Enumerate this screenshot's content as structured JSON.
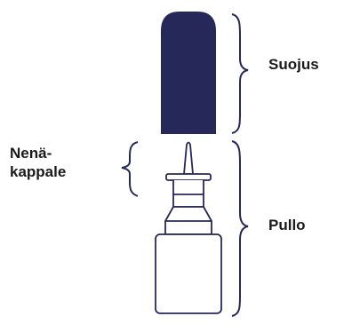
{
  "labels": {
    "cap": "Suojus",
    "nozzle_line1": "Nenä-",
    "nozzle_line2": "kappale",
    "bottle": "Pullo"
  },
  "colors": {
    "cap_fill": "#27285a",
    "outline": "#27285a",
    "text": "#1a1a1a"
  },
  "parts": [
    "cap",
    "nozzle",
    "bottle"
  ]
}
